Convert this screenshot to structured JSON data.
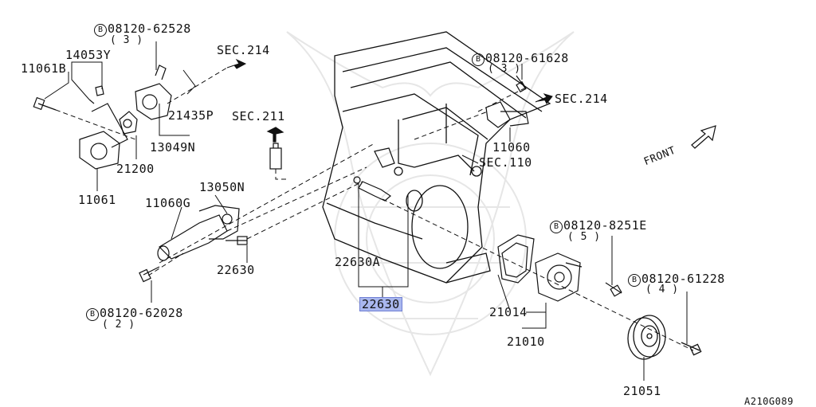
{
  "diagram": {
    "callouts": {
      "bolt_08120_62528": {
        "prefix": "B",
        "number": "08120-62528",
        "qty": "( 3 )"
      },
      "bolt_08120_61628": {
        "prefix": "B",
        "number": "08120-61628",
        "qty": "( 3 )"
      },
      "bolt_08120_8251E": {
        "prefix": "B",
        "number": "08120-8251E",
        "qty": "( 5 )"
      },
      "bolt_08120_61228": {
        "prefix": "B",
        "number": "08120-61228",
        "qty": "( 4 )"
      },
      "bolt_08120_62028": {
        "prefix": "B",
        "number": "08120-62028",
        "qty": "( 2 )"
      }
    },
    "parts": {
      "p14053Y": "14053Y",
      "p11061B": "11061B",
      "p21435P": "21435P",
      "p13049N": "13049N",
      "p21200": "21200",
      "p11061": "11061",
      "p13050N": "13050N",
      "p11060G": "11060G",
      "p22630a": "22630",
      "p22630A": "22630A",
      "p22630b": "22630",
      "p11060": "11060",
      "p21014": "21014",
      "p21010": "21010",
      "p21051": "21051"
    },
    "sections": {
      "sec214a": "SEC.214",
      "sec211": "SEC.211",
      "sec214b": "SEC.214",
      "sec110": "SEC.110"
    },
    "front_label": "FRONT",
    "diagram_code": "A210G089"
  }
}
